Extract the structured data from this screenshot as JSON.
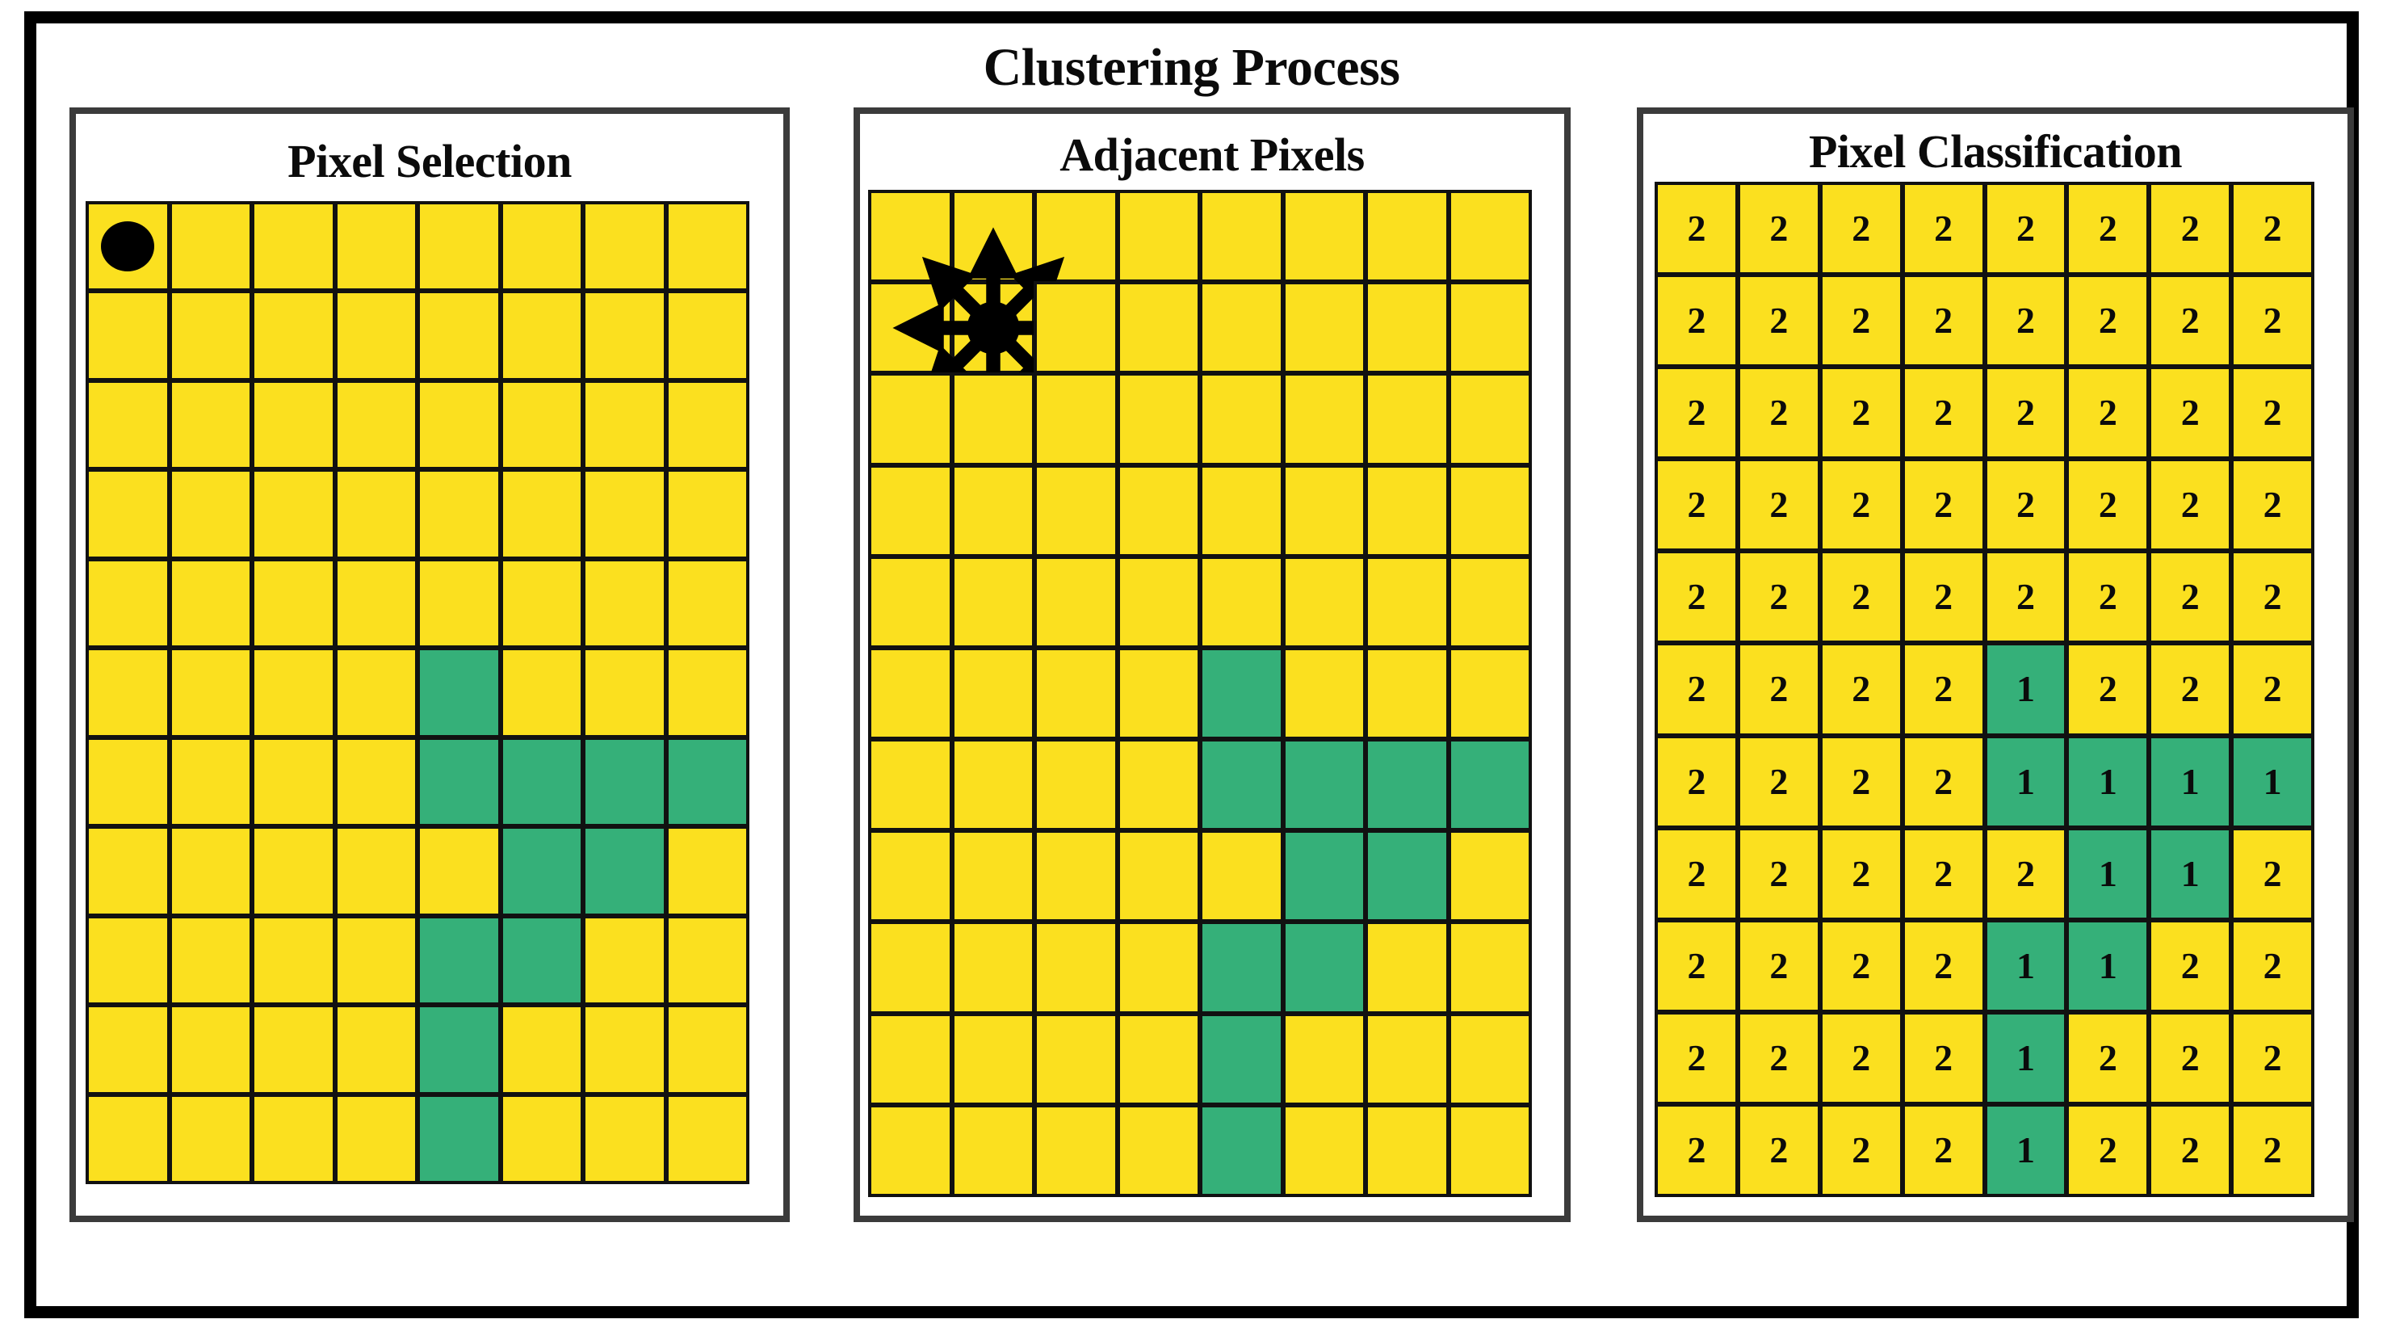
{
  "figure": {
    "title": "Clustering Process",
    "frame_color": "#000000",
    "panel_border_color": "#3b3b3b"
  },
  "colors": {
    "yellow": "#fbe01f",
    "green": "#35b079",
    "gridline": "#111111",
    "marker": "#000000",
    "text": "#0b0b0b"
  },
  "grid": {
    "rows": 11,
    "columns": 8,
    "class_labels": {
      "cluster": "1",
      "background": "2"
    }
  },
  "cluster_mask": [
    [
      0,
      0,
      0,
      0,
      0,
      0,
      0,
      0
    ],
    [
      0,
      0,
      0,
      0,
      0,
      0,
      0,
      0
    ],
    [
      0,
      0,
      0,
      0,
      0,
      0,
      0,
      0
    ],
    [
      0,
      0,
      0,
      0,
      0,
      0,
      0,
      0
    ],
    [
      0,
      0,
      0,
      0,
      0,
      0,
      0,
      0
    ],
    [
      0,
      0,
      0,
      0,
      1,
      0,
      0,
      0
    ],
    [
      0,
      0,
      0,
      0,
      1,
      1,
      1,
      1
    ],
    [
      0,
      0,
      0,
      0,
      0,
      1,
      1,
      0
    ],
    [
      0,
      0,
      0,
      0,
      1,
      1,
      0,
      0
    ],
    [
      0,
      0,
      0,
      0,
      1,
      0,
      0,
      0
    ],
    [
      0,
      0,
      0,
      0,
      1,
      0,
      0,
      0
    ]
  ],
  "panels": [
    {
      "id": "pixel-selection",
      "title": "Pixel Selection",
      "marker": {
        "type": "dot-marker",
        "icon": "filled-circle-icon",
        "row": 1,
        "col": 1
      },
      "show_labels": false
    },
    {
      "id": "adjacent-pixels",
      "title": "Adjacent Pixels",
      "marker": {
        "type": "burst-marker",
        "icon": "eight-direction-arrows-icon",
        "row": 2,
        "col": 2
      },
      "show_labels": false
    },
    {
      "id": "pixel-classification",
      "title": "Pixel Classification",
      "marker": null,
      "show_labels": true,
      "labels": [
        [
          "2",
          "2",
          "2",
          "2",
          "2",
          "2",
          "2",
          "2"
        ],
        [
          "2",
          "2",
          "2",
          "2",
          "2",
          "2",
          "2",
          "2"
        ],
        [
          "2",
          "2",
          "2",
          "2",
          "2",
          "2",
          "2",
          "2"
        ],
        [
          "2",
          "2",
          "2",
          "2",
          "2",
          "2",
          "2",
          "2"
        ],
        [
          "2",
          "2",
          "2",
          "2",
          "2",
          "2",
          "2",
          "2"
        ],
        [
          "2",
          "2",
          "2",
          "2",
          "1",
          "2",
          "2",
          "2"
        ],
        [
          "2",
          "2",
          "2",
          "2",
          "1",
          "1",
          "1",
          "1"
        ],
        [
          "2",
          "2",
          "2",
          "2",
          "2",
          "1",
          "1",
          "2"
        ],
        [
          "2",
          "2",
          "2",
          "2",
          "1",
          "1",
          "2",
          "2"
        ],
        [
          "2",
          "2",
          "2",
          "2",
          "1",
          "2",
          "2",
          "2"
        ],
        [
          "2",
          "2",
          "2",
          "2",
          "1",
          "2",
          "2",
          "2"
        ]
      ]
    }
  ]
}
